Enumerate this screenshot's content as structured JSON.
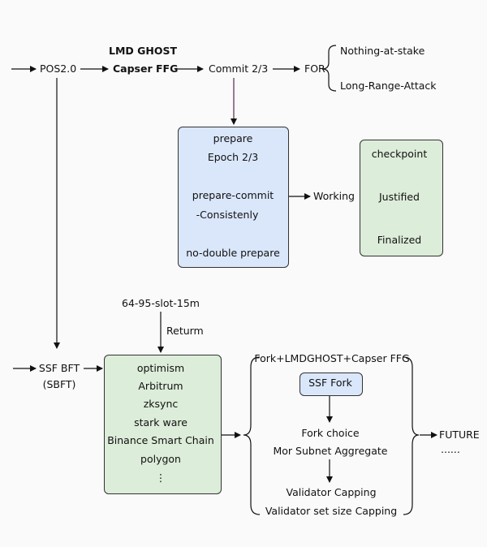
{
  "top_flow": {
    "lmd_ghost": "LMD GHOST",
    "pos": "POS2.0",
    "casper": "Capser FFG",
    "commit": "Commit 2/3",
    "for": "FOR",
    "nothing_at_stake": "Nothing-at-stake",
    "long_range_attack": "Long-Range-Attack"
  },
  "prepare_box": {
    "prepare": "prepare",
    "epoch": "Epoch 2/3",
    "prepare_commit": "prepare-commit",
    "consistently": "-Consistenly",
    "no_double": "no-double prepare"
  },
  "working": "Working",
  "checkpoint_box": {
    "checkpoint": "checkpoint",
    "justified": "Justified",
    "finalized": "Finalized"
  },
  "slot": "64-95-slot-15m",
  "returm": "Returm",
  "ssf_bft": "SSF BFT",
  "sbft": "(SBFT)",
  "l2_box": {
    "items": [
      "optimism",
      "Arbitrum",
      "zksync",
      "stark ware",
      "Binance Smart Chain",
      "polygon"
    ],
    "dots": "⋮"
  },
  "ssf_group": {
    "title": "Fork+LMDGHOST+Capser FFG",
    "ssf_fork": "SSF Fork",
    "fork_choice": "Fork choice",
    "subnet": "Mor Subnet Aggregate",
    "validator_capping": "Validator Capping",
    "set_size_capping": "Validator set size Capping"
  },
  "future": "FUTURE",
  "future_dots": "......",
  "colors": {
    "blue_box": "#dae7fb",
    "green_box": "#dcedd9",
    "commit_line": "#5b2a4e"
  }
}
